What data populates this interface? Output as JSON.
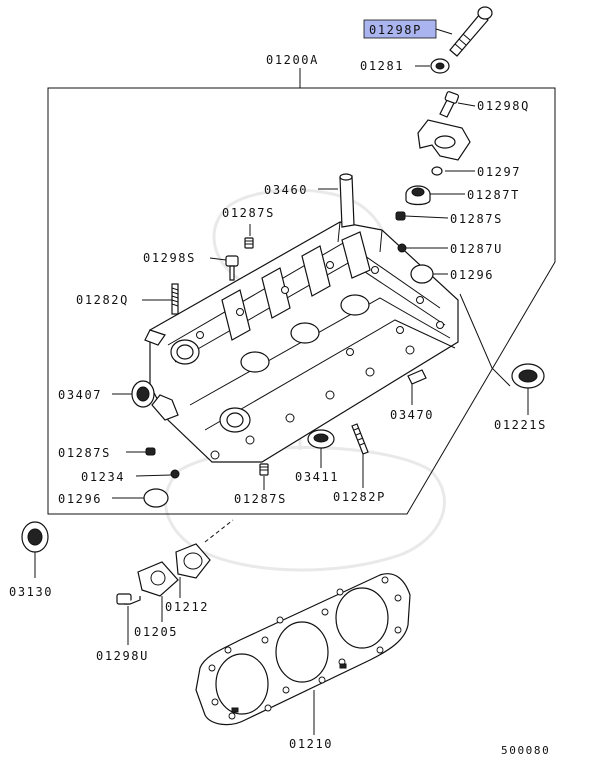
{
  "diagram": {
    "ref_code": "500080",
    "highlight_color": "#aab4ee",
    "labels": {
      "p01298P": "01298P",
      "p01281": "01281",
      "p01200A": "01200A",
      "p01298Q": "01298Q",
      "p01297": "01297",
      "p03460": "03460",
      "p01287T": "01287T",
      "p01287S_a": "01287S",
      "p01287S_b": "01287S",
      "p01298S": "01298S",
      "p01287U": "01287U",
      "p01296_a": "01296",
      "p01282Q": "01282Q",
      "p03407": "03407",
      "p01221S": "01221S",
      "p03470": "03470",
      "p01287S_c": "01287S",
      "p01234": "01234",
      "p03411": "03411",
      "p01282P": "01282P",
      "p01296_b": "01296",
      "p01287S_d": "01287S",
      "p03130": "03130",
      "p01212": "01212",
      "p01205": "01205",
      "p01298U": "01298U",
      "p01210": "01210"
    }
  }
}
